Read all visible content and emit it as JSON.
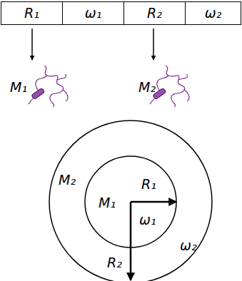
{
  "diagram": {
    "nodes": [
      {
        "text": [
          "R₁"
        ]
      },
      {
        "text": [
          "ω₁"
        ]
      },
      {
        "text": [
          "R₂"
        ]
      },
      {
        "text": [
          "ω₂"
        ]
      },
      {
        "text": [
          "M₂",
          "R₂",
          "ω₂"
        ]
      },
      {
        "text": [
          "M₁",
          "R₁",
          "ω₁"
        ],
        "in": 4
      }
    ],
    "labels": [
      "M₁",
      "M₂"
    ]
  }
}
